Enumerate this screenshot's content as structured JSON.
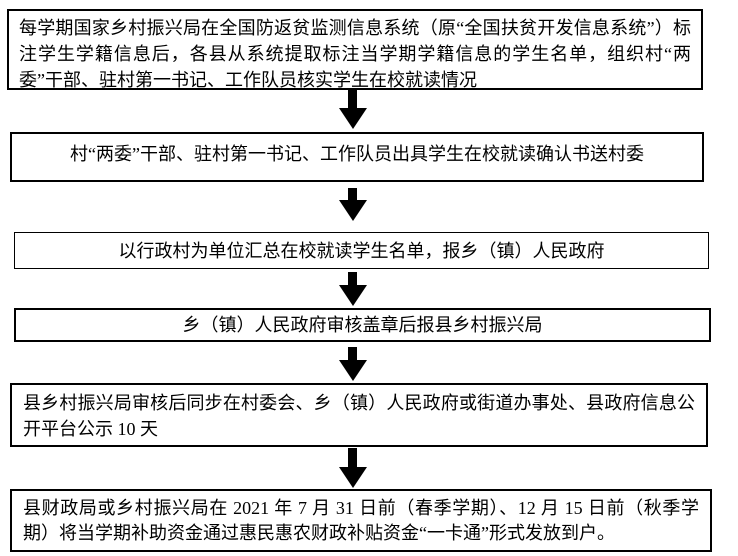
{
  "flowchart": {
    "type": "process-flow",
    "direction": "top-down",
    "connector": "down-arrow",
    "colors": {
      "box_border": "#000000",
      "box_fill": "#ffffff",
      "text": "#000000",
      "arrow": "#000000",
      "page_background": "#ffffff"
    },
    "steps": [
      {
        "text": "每学期国家乡村振兴局在全国防返贫监测信息系统（原“全国扶贫开发信息系统”）标注学生学籍信息后，各县从系统提取标注当学期学籍信息的学生名单，组织村“两委”干部、驻村第一书记、工作队员核实学生在校就读情况"
      },
      {
        "text": "村“两委”干部、驻村第一书记、工作队员出具学生在校就读确认书送村委"
      },
      {
        "text": "以行政村为单位汇总在校就读学生名单，报乡（镇）人民政府"
      },
      {
        "text": "乡（镇）人民政府审核盖章后报县乡村振兴局"
      },
      {
        "text": "县乡村振兴局审核后同步在村委会、乡（镇）人民政府或街道办事处、县政府信息公开平台公示 10 天"
      },
      {
        "text": "县财政局或乡村振兴局在 2021 年 7 月 31 日前（春季学期）、12 月 15 日前（秋季学期）将当学期补助资金通过惠民惠农财政补贴资金“一卡通”形式发放到户。"
      }
    ]
  }
}
